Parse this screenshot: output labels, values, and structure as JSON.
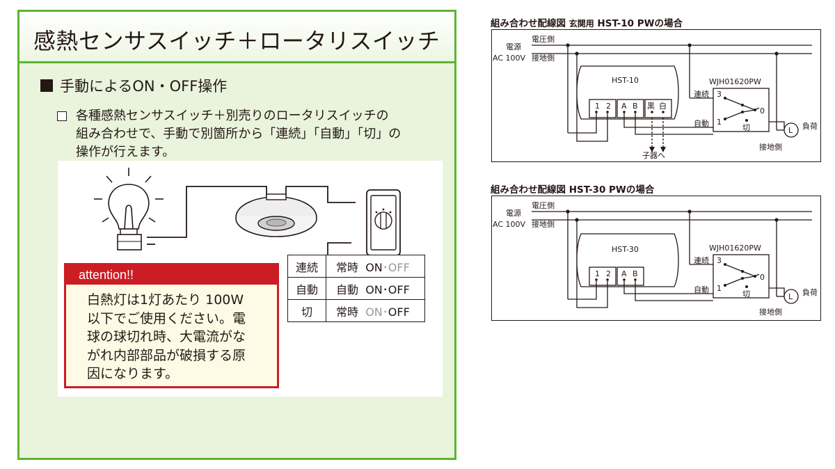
{
  "left": {
    "title": "感熱センサスイッチ＋ロータリスイッチ",
    "heading": "手動によるON・OFF操作",
    "note_lines": [
      "各種感熱センサスイッチ＋別売りのロータリスイッチの",
      "組み合わせで、手動で別箇所から「連続」「自動」「切」の",
      "操作が行えます。"
    ],
    "attention": {
      "label": "attention!!",
      "lines": [
        "白熱灯は1灯あたり 100W",
        "以下でご使用ください。電",
        "球の球切れ時、大電流がな",
        "がれ内部部品が破損する原",
        "因になります。"
      ]
    },
    "mode_table": [
      {
        "mode": "連続",
        "prefix": "常時",
        "on": "ON",
        "sep": "･",
        "off": "OFF",
        "active": "on"
      },
      {
        "mode": "自動",
        "prefix": "自動",
        "on": "ON",
        "sep": "･",
        "off": "OFF",
        "active": "both"
      },
      {
        "mode": "切",
        "prefix": "常時",
        "on": "ON",
        "sep": "･",
        "off": "OFF",
        "active": "off"
      }
    ],
    "colors": {
      "panel_border": "#5cb531",
      "panel_bg": "#eaf3dc",
      "attention_red": "#cc1d24"
    }
  },
  "diagrams": [
    {
      "title_prefix": "組み合わせ配線図",
      "title_sub": "玄関用",
      "title_model": "HST-10 PWの場合",
      "power_label": "電源",
      "voltage_label": "AC 100V",
      "live_label": "電圧側",
      "ground_label": "接地側",
      "device": "HST-10",
      "terminals": [
        "1",
        "2",
        "A",
        "B",
        "黒",
        "白"
      ],
      "rotary_model": "WJH01620PW",
      "continuous_label": "連続",
      "auto_label": "自動",
      "off_label": "切",
      "pos3": "3",
      "pos1": "1",
      "pos0": "0",
      "load_symbol": "L",
      "load_label": "負荷",
      "ground_side_label": "接地側",
      "child_label": "子器へ"
    },
    {
      "title_prefix": "組み合わせ配線図",
      "title_sub": "",
      "title_model": "HST-30 PWの場合",
      "power_label": "電源",
      "voltage_label": "AC 100V",
      "live_label": "電圧側",
      "ground_label": "接地側",
      "device": "HST-30",
      "terminals": [
        "1",
        "2",
        "A",
        "B"
      ],
      "rotary_model": "WJH01620PW",
      "continuous_label": "連続",
      "auto_label": "自動",
      "off_label": "切",
      "pos3": "3",
      "pos1": "1",
      "pos0": "0",
      "load_symbol": "L",
      "load_label": "負荷",
      "ground_side_label": "接地側"
    }
  ]
}
